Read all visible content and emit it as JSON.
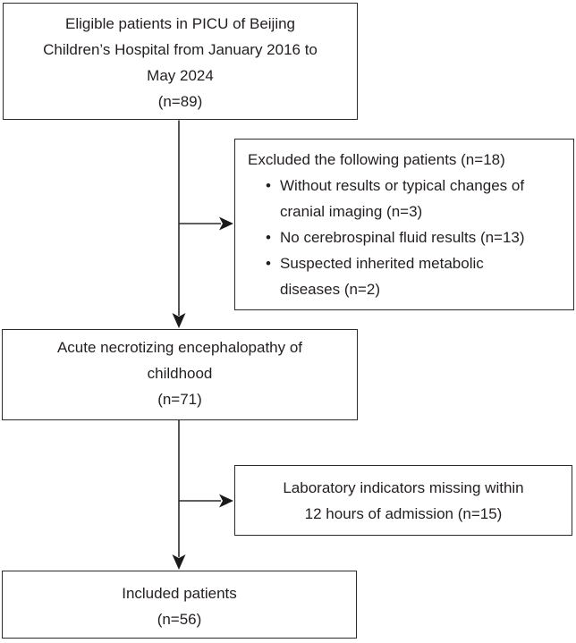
{
  "figure": {
    "description": "Patient inclusion and exclusion flowchart",
    "colors": {
      "background": "#ffffff",
      "border": "#2b2b2b",
      "text": "#231f20",
      "arrow": "#1a1a1a"
    },
    "bullet_glyph": "•",
    "boxes": {
      "eligible": {
        "lines": [
          "Eligible patients in PICU of Beijing",
          "Children’s Hospital from January 2016 to",
          "May 2024",
          "(n=89)"
        ]
      },
      "excluded": {
        "header": "Excluded the following patients (n=18)",
        "bullets": [
          {
            "lines": [
              "Without results or typical changes of",
              "cranial imaging (n=3)"
            ]
          },
          {
            "lines": [
              "No cerebrospinal fluid results (n=13)"
            ]
          },
          {
            "lines": [
              "Suspected inherited metabolic",
              "diseases (n=2)"
            ]
          }
        ]
      },
      "ane": {
        "lines": [
          "Acute necrotizing encephalopathy of",
          "childhood",
          "(n=71)"
        ]
      },
      "lab_missing": {
        "lines": [
          "Laboratory indicators missing within",
          "12 hours of admission (n=15)"
        ]
      },
      "included": {
        "lines": [
          "Included patients",
          "(n=56)"
        ]
      }
    }
  }
}
